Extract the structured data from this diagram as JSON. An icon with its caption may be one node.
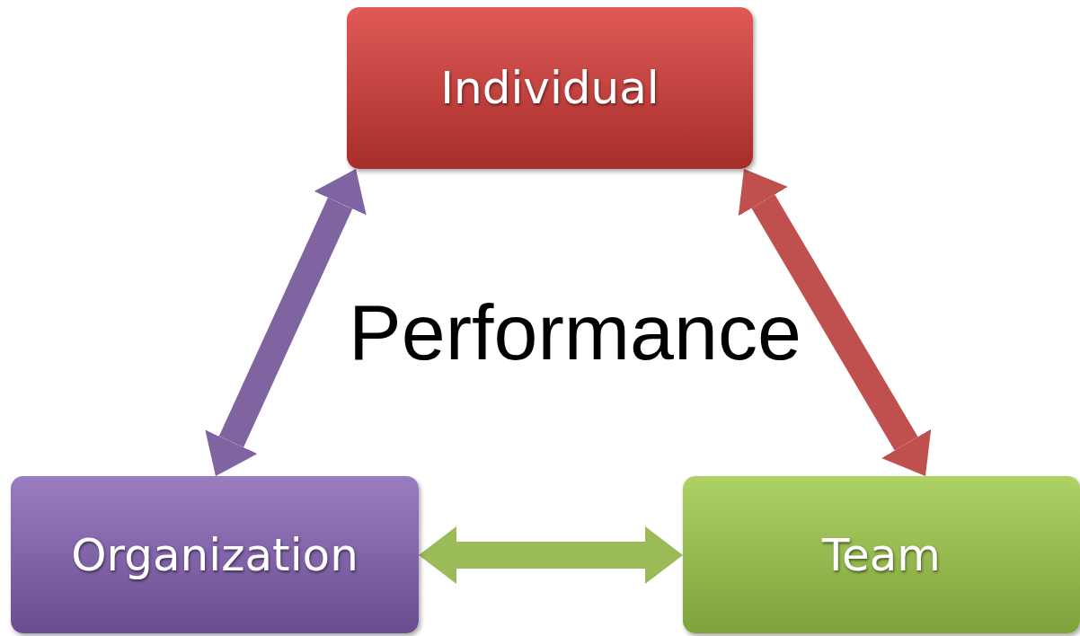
{
  "diagram": {
    "nodes": [
      {
        "text": [
          "Individual"
        ]
      },
      {
        "text": [
          "Organization"
        ]
      },
      {
        "text": [
          "Team"
        ]
      }
    ],
    "edges": [
      {
        "from": 1,
        "to": 0,
        "arrow": "both",
        "color": "#8064a2"
      },
      {
        "from": 0,
        "to": 2,
        "arrow": "both",
        "color": "#c0504d"
      },
      {
        "from": 1,
        "to": 2,
        "arrow": "both",
        "color": "#9bbb59"
      }
    ],
    "labels": [
      "Performance"
    ]
  }
}
